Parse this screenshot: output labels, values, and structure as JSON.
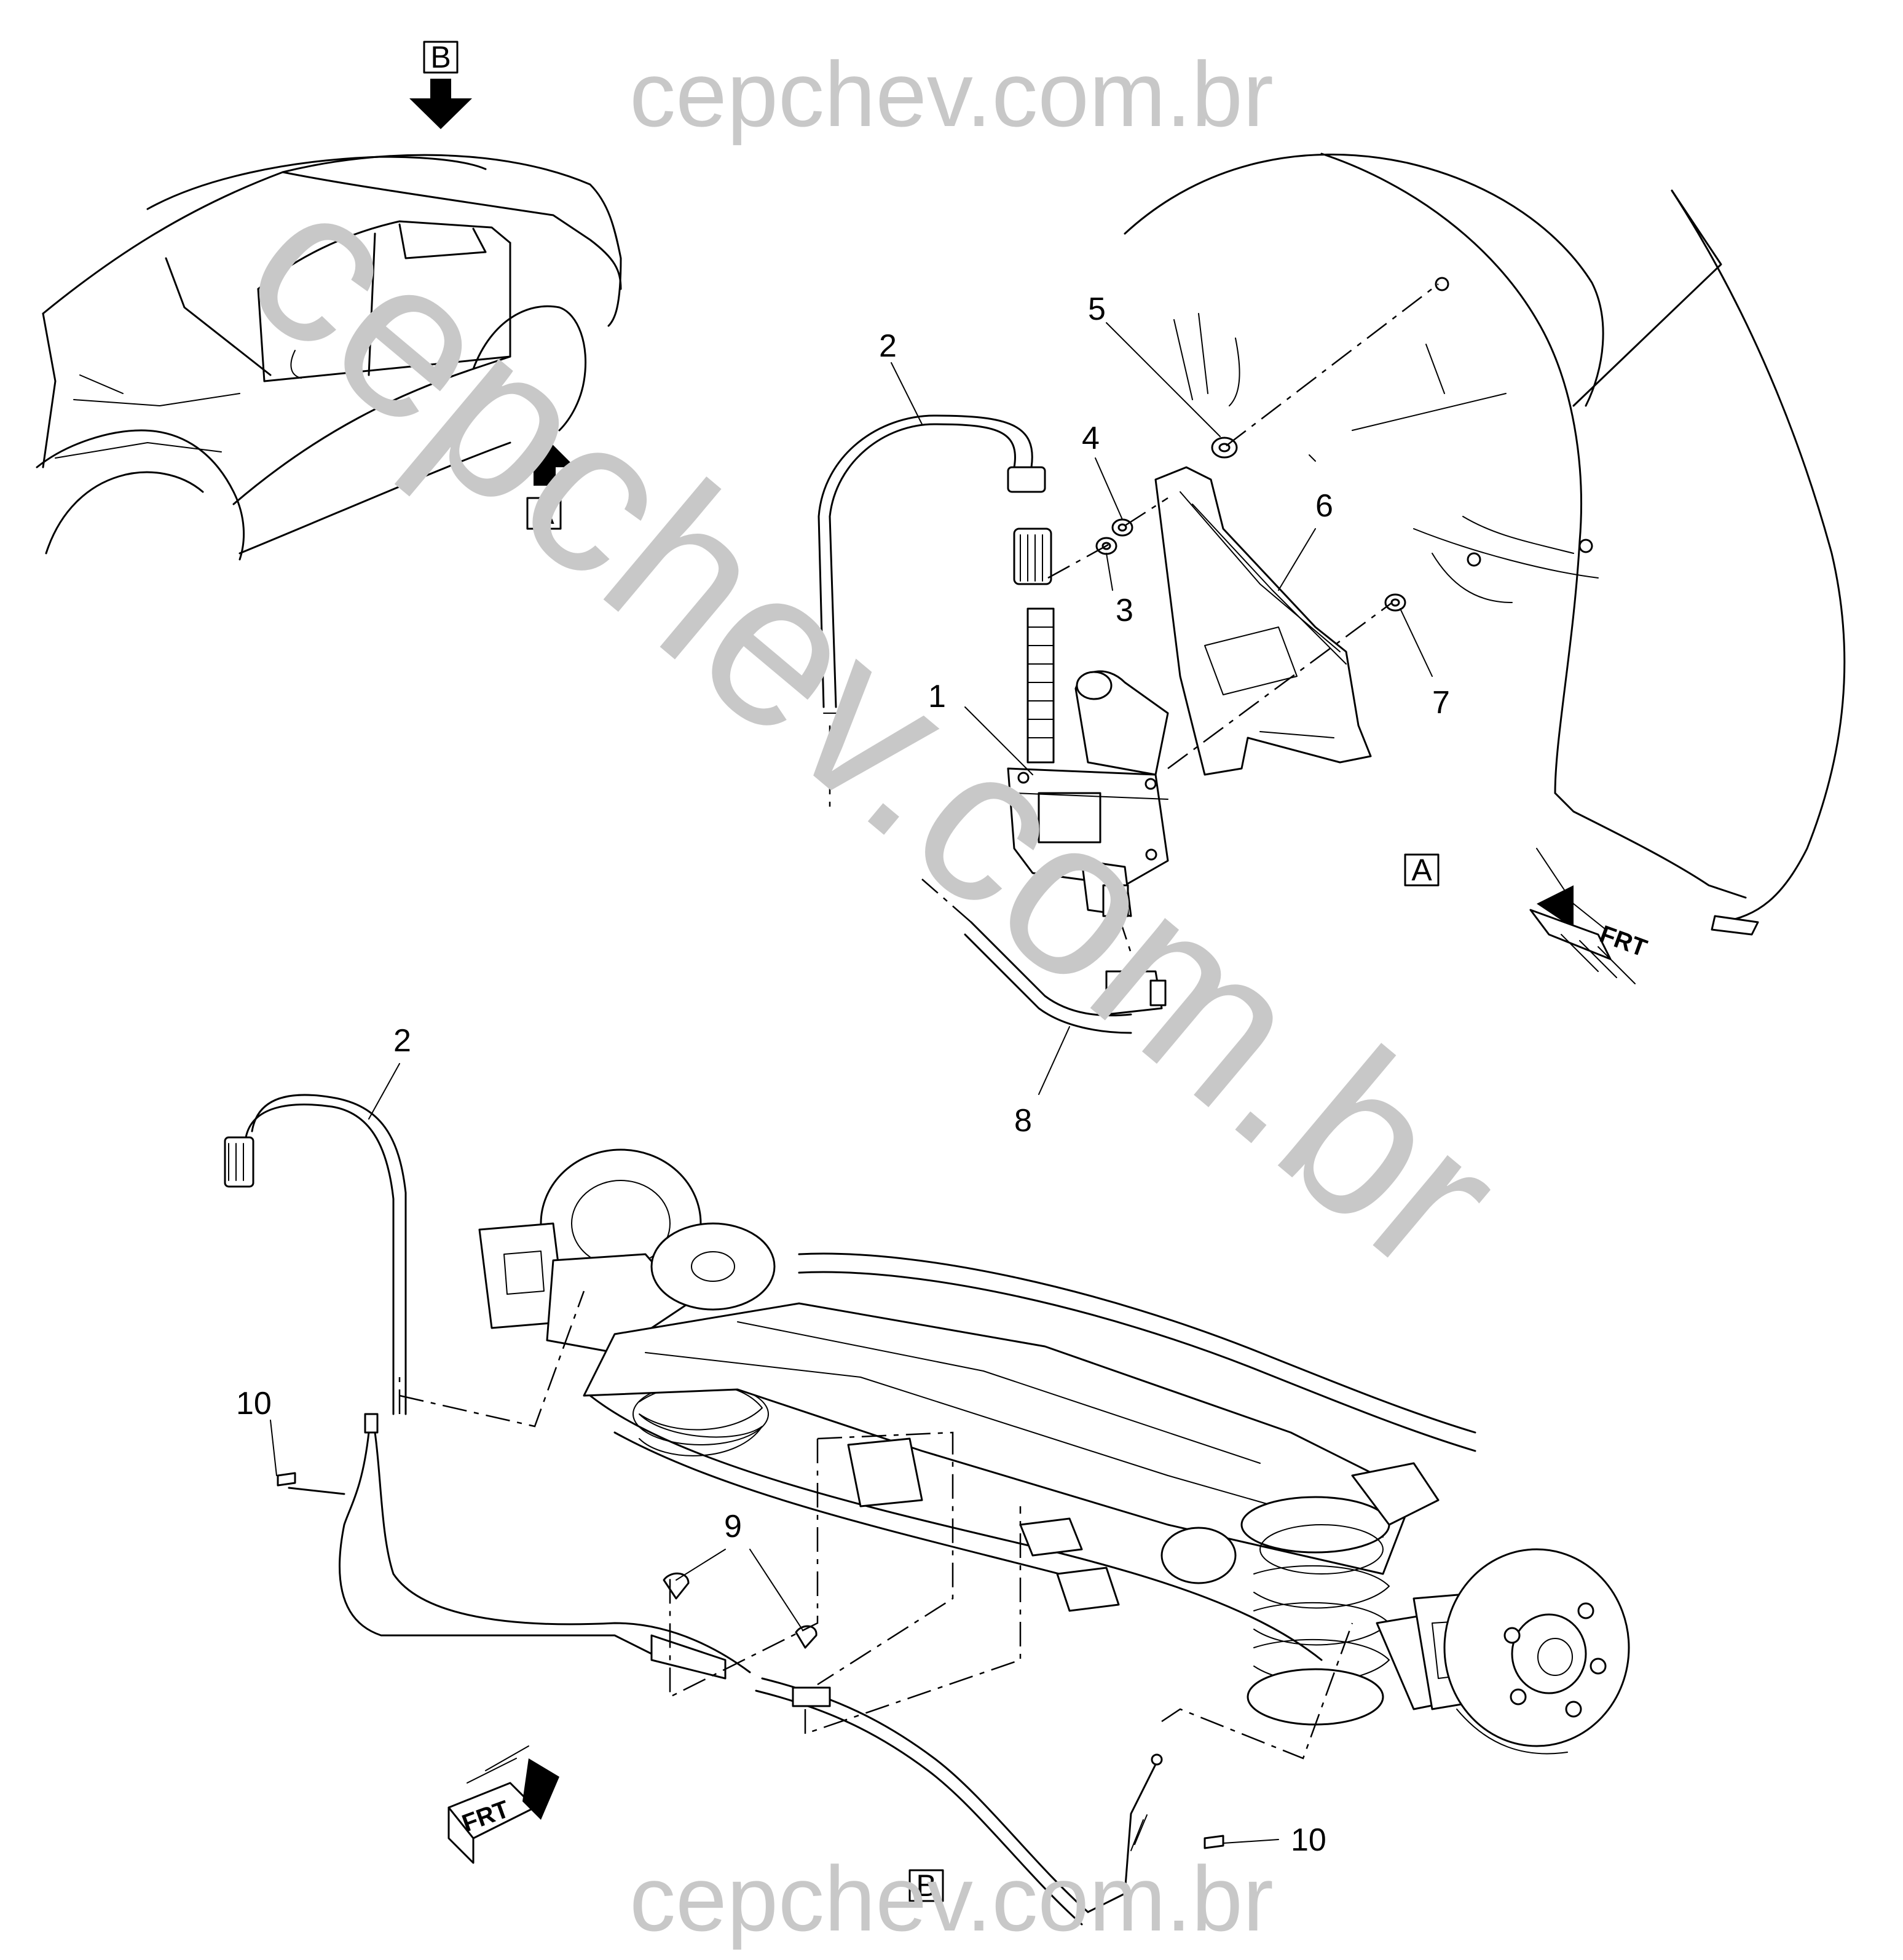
{
  "watermark": {
    "top": "cepchev.com.br",
    "bottom": "cepchev.com.br",
    "diagonal": "cepchev.com.br"
  },
  "view_labels": {
    "view_a_arrow": "A",
    "view_b_arrow": "B",
    "view_a_detail": "A",
    "view_b_detail": "B"
  },
  "front_indicators": {
    "upper": "FRT",
    "lower": "FRT"
  },
  "callouts": {
    "c1": "1",
    "c2_upper": "2",
    "c2_lower": "2",
    "c3": "3",
    "c4": "4",
    "c5": "5",
    "c6": "6",
    "c7": "7",
    "c8": "8",
    "c9": "9",
    "c10_left": "10",
    "c10_right": "10"
  },
  "colors": {
    "line": "#000000",
    "watermark": "#c8c8c8",
    "background": "#ffffff"
  }
}
